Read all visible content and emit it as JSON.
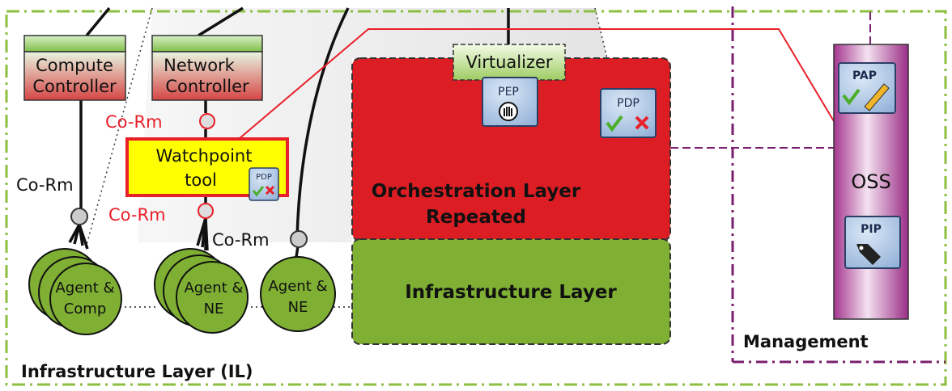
{
  "labels": {
    "compute_controller": [
      "Compute",
      "Controller"
    ],
    "network_controller": [
      "Network",
      "Controller"
    ],
    "virtualizer": "Virtualizer",
    "pep": "PEP",
    "pdp": "PDP",
    "pap": "PAP",
    "pip": "PIP",
    "oss": "OSS",
    "watchpoint_tool": [
      "Watchpoint",
      "tool"
    ],
    "orchestration_layer": [
      "Orchestration Layer",
      "Repeated"
    ],
    "infrastructure_layer": "Infrastructure Layer",
    "infrastructure_layer_il": "Infrastructure Layer (IL)",
    "management": "Management",
    "co_rm": "Co-Rm",
    "agent_comp": [
      "Agent &",
      "Comp"
    ],
    "agent_ne": [
      "Agent &",
      "NE"
    ]
  },
  "colors": {
    "green_border": "#8cbf3f",
    "purple_border": "#7a1f6e",
    "orchestration_red": "#dc1e24",
    "infrastructure_green": "#7fb034",
    "watchpoint_yellow": "#ffff00",
    "signal_red": "#e8202a",
    "icon_blue": "#b7cde6"
  }
}
